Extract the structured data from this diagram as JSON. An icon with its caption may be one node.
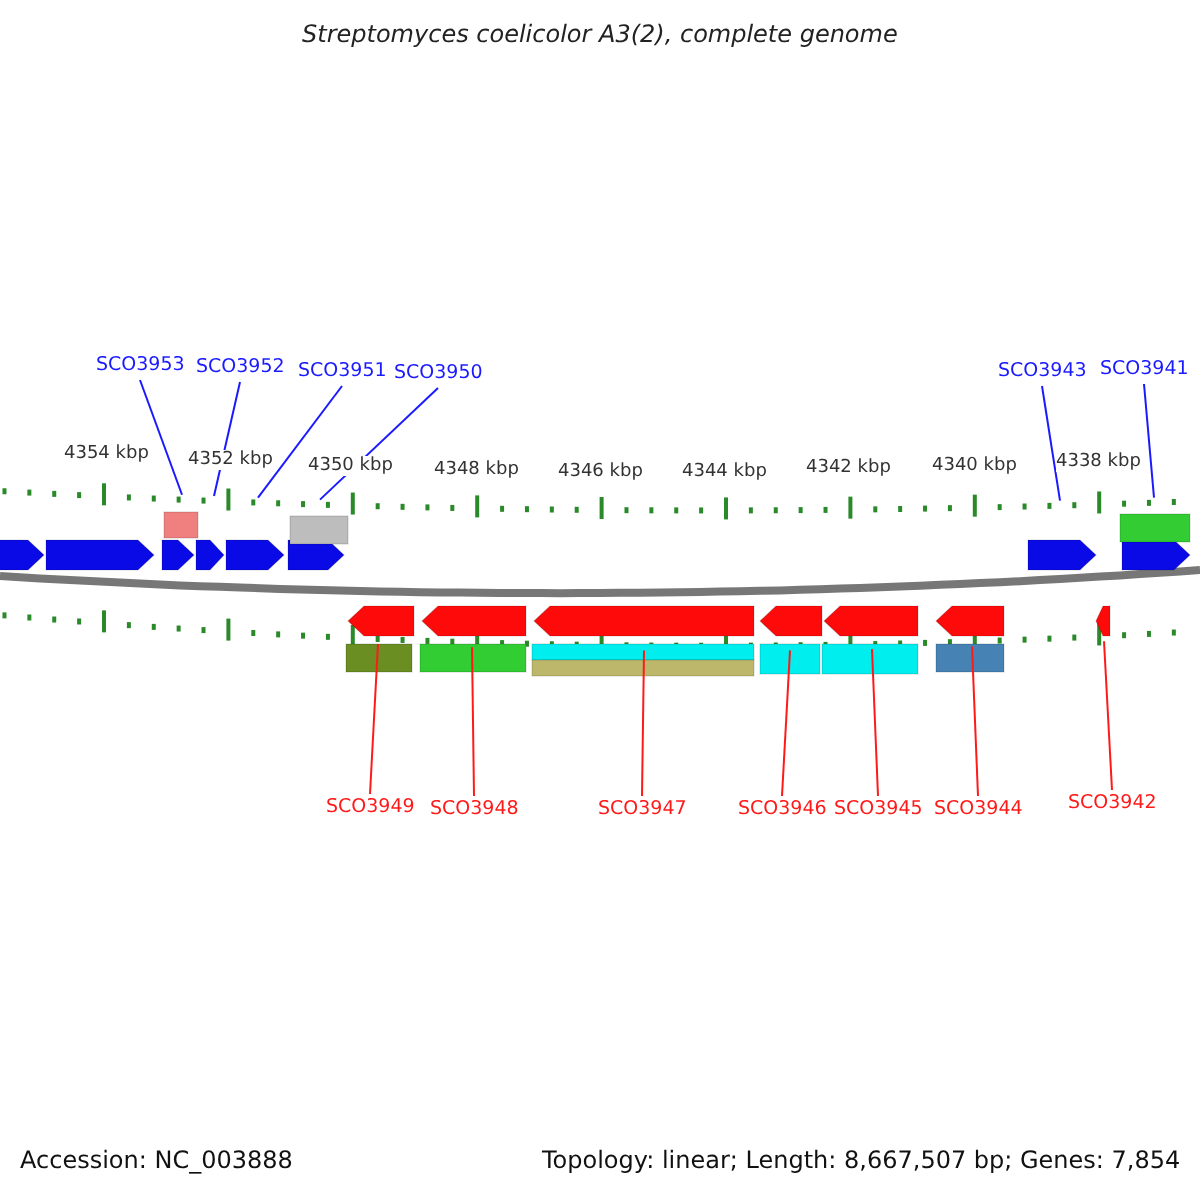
{
  "diagram": {
    "title": "Streptomyces coelicolor A3(2), complete genome",
    "nodes": [
      {
        "text": [
          "SCO3953"
        ]
      },
      {
        "text": [
          "SCO3952"
        ]
      },
      {
        "text": [
          "SCO3951"
        ]
      },
      {
        "text": [
          "SCO3950"
        ]
      },
      {
        "text": [
          "SCO3943"
        ]
      },
      {
        "text": [
          "SCO3941"
        ]
      },
      {
        "text": [
          "SCO3949"
        ]
      },
      {
        "text": [
          "SCO3948"
        ]
      },
      {
        "text": [
          "SCO3947"
        ]
      },
      {
        "text": [
          "SCO3946"
        ]
      },
      {
        "text": [
          "SCO3945"
        ]
      },
      {
        "text": [
          "SCO3944"
        ]
      },
      {
        "text": [
          "SCO3942"
        ]
      },
      {
        "text": [],
        "shape": "bar",
        "beside": [
          "4354 kbp",
          "4352 kbp",
          "4350 kbp",
          "4348 kbp",
          "4346 kbp",
          "4344 kbp",
          "4342 kbp",
          "4340 kbp",
          "4338 kbp"
        ]
      },
      {
        "text": [],
        "shape": "bar"
      }
    ],
    "edges": [
      {
        "from": 0,
        "to": 13,
        "arrow": "none",
        "color": "#1a1aff"
      },
      {
        "from": 1,
        "to": 13,
        "arrow": "none",
        "color": "#1a1aff"
      },
      {
        "from": 2,
        "to": 13,
        "arrow": "none",
        "color": "#1a1aff"
      },
      {
        "from": 3,
        "to": 13,
        "arrow": "none",
        "color": "#1a1aff"
      },
      {
        "from": 4,
        "to": 13,
        "arrow": "none",
        "color": "#1a1aff"
      },
      {
        "from": 5,
        "to": 13,
        "arrow": "none",
        "color": "#1a1aff"
      },
      {
        "from": 6,
        "to": 14,
        "arrow": "none"
      },
      {
        "from": 7,
        "to": 14,
        "arrow": "none"
      },
      {
        "from": 8,
        "to": 14,
        "arrow": "none"
      },
      {
        "from": 9,
        "to": 14,
        "arrow": "none"
      },
      {
        "from": 10,
        "to": 14,
        "arrow": "none"
      },
      {
        "from": 11,
        "to": 14,
        "arrow": "none"
      },
      {
        "from": 12,
        "to": 14,
        "arrow": "none"
      }
    ],
    "labels": [
      "Accession: NC_003888",
      "Topology: linear; Length: 8,667,507 bp; Genes: 7,854"
    ]
  }
}
